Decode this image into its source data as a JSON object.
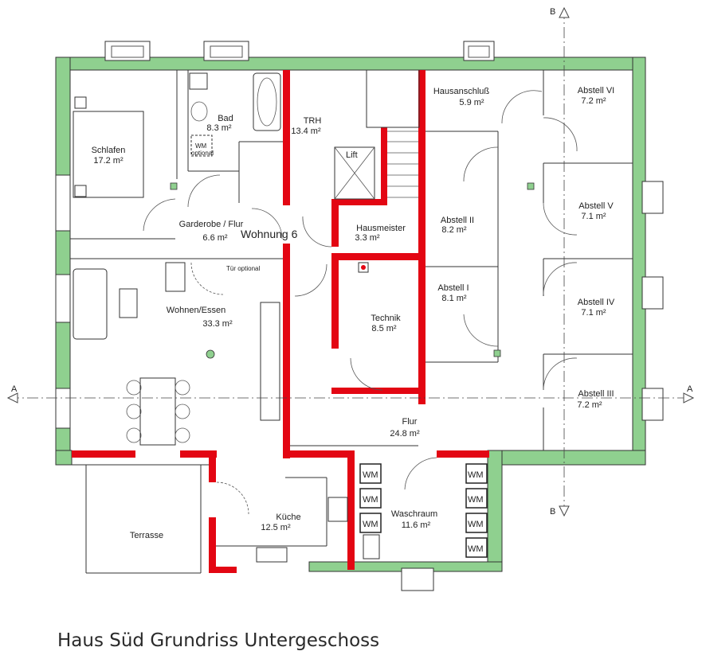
{
  "title": "Haus Süd Grundriss Untergeschoss",
  "apartment_label": "Wohnung 6",
  "section_markers": {
    "a_left": "A",
    "a_right": "A",
    "b_top": "B",
    "b_bottom": "B"
  },
  "rooms": {
    "schlafen": {
      "name": "Schlafen",
      "area": "17.2 m²"
    },
    "bad": {
      "name": "Bad",
      "area": "8.3 m²"
    },
    "garderobe": {
      "name": "Garderobe / Flur",
      "area": "6.6 m²"
    },
    "wohnen": {
      "name": "Wohnen/Essen",
      "area": "33.3 m²"
    },
    "kueche": {
      "name": "Küche",
      "area": "12.5 m²"
    },
    "terrasse": {
      "name": "Terrasse",
      "area": ""
    },
    "trh": {
      "name": "TRH",
      "area": "13.4 m²"
    },
    "hausmeister": {
      "name": "Hausmeister",
      "area": "3.3 m²"
    },
    "technik": {
      "name": "Technik",
      "area": "8.5 m²"
    },
    "hausanschluss": {
      "name": "Hausanschluß",
      "area": "5.9 m²"
    },
    "abstell2": {
      "name": "Abstell II",
      "area": "8.2 m²"
    },
    "abstell1": {
      "name": "Abstell I",
      "area": "8.1 m²"
    },
    "flur": {
      "name": "Flur",
      "area": "24.8 m²"
    },
    "waschraum": {
      "name": "Waschraum",
      "area": "11.6 m²"
    },
    "abstell6": {
      "name": "Abstell VI",
      "area": "7.2 m²"
    },
    "abstell5": {
      "name": "Abstell V",
      "area": "7.1 m²"
    },
    "abstell4": {
      "name": "Abstell IV",
      "area": "7.1 m²"
    },
    "abstell3": {
      "name": "Abstell III",
      "area": "7.2 m²"
    }
  },
  "lift_label": "Lift",
  "door_note": "Tür optional",
  "wm_label": "WM",
  "bath_wm": {
    "label": "WM",
    "note": "optional"
  },
  "colors": {
    "exterior_wall": "#8fd08f",
    "fire_wall": "#e30613",
    "line": "#333333"
  }
}
